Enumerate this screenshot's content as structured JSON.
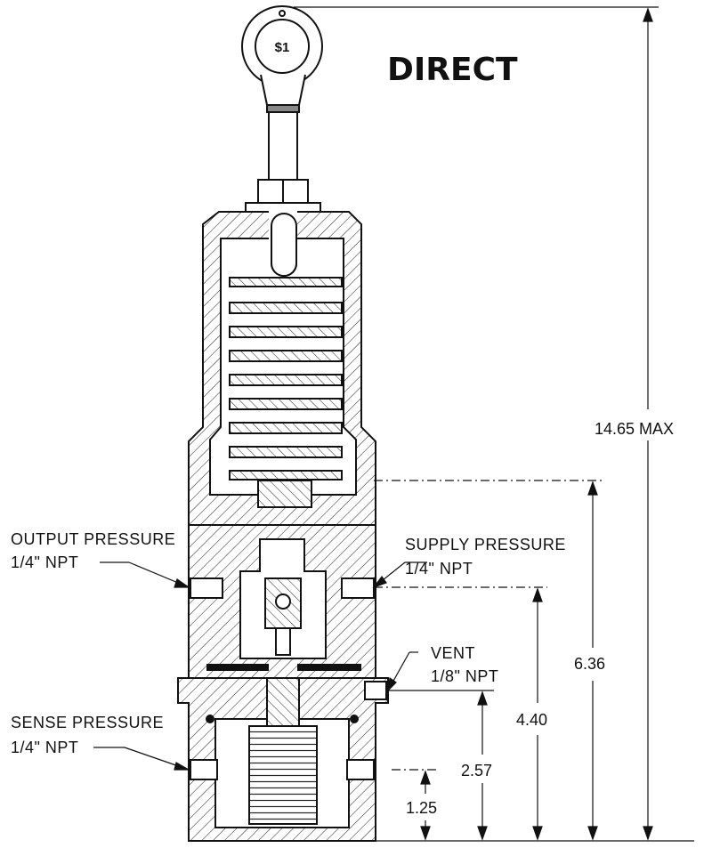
{
  "title": "DIRECT",
  "eye_bolt_mark": "$1",
  "callouts": {
    "output": {
      "name": "OUTPUT PRESSURE",
      "size": "1/4\" NPT"
    },
    "supply": {
      "name": "SUPPLY PRESSURE",
      "size": "1/4\" NPT"
    },
    "vent": {
      "name": "VENT",
      "size": "1/8\" NPT"
    },
    "sense": {
      "name": "SENSE PRESSURE",
      "size": "1/4\" NPT"
    }
  },
  "dimensions": {
    "overall": "14.65 MAX",
    "upper_port": "6.36",
    "supply_port": "4.40",
    "vent_port": "2.57",
    "sense_port": "1.25"
  },
  "colors": {
    "ink": "#111111",
    "background": "#ffffff"
  }
}
